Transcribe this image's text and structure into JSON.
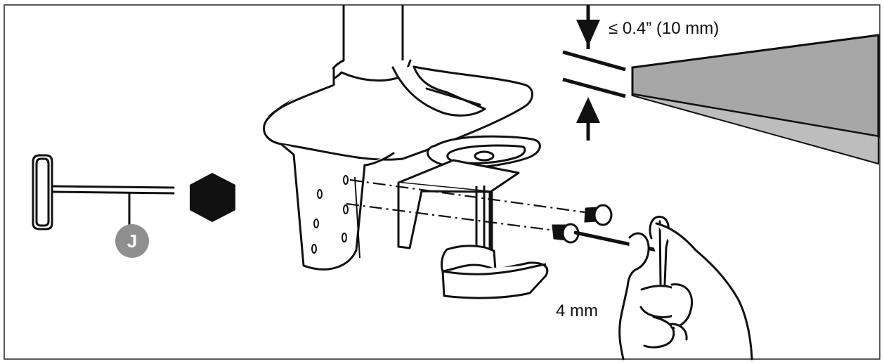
{
  "labels": {
    "max_desk_thickness": "≤ 0.4” (10 mm)",
    "hex_key_size": "4 mm",
    "part_letter": "J"
  },
  "icons": {
    "hex_key": "t-handle-hex-key-icon",
    "hex_shape": "hexagon-icon",
    "hand": "hand-with-hex-key-icon",
    "arrows": "thickness-arrow-icons"
  },
  "colors": {
    "line": "#111111",
    "desk_top": "#a7a7a7",
    "desk_edge": "#bdbdbd",
    "badge": "#8f8f8f",
    "background": "#ffffff"
  }
}
